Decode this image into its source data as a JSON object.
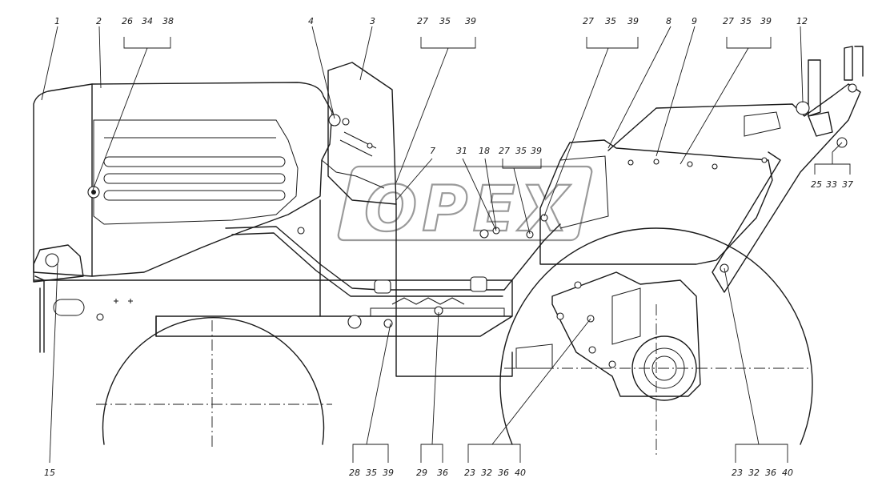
{
  "watermark": {
    "text": "OPEX"
  },
  "callouts": [
    {
      "id": "c1",
      "text": "1"
    },
    {
      "id": "c2",
      "text": "2"
    },
    {
      "id": "c3",
      "text": "3"
    },
    {
      "id": "c4",
      "text": "4"
    },
    {
      "id": "c7",
      "text": "7"
    },
    {
      "id": "c8",
      "text": "8"
    },
    {
      "id": "c9",
      "text": "9"
    },
    {
      "id": "c12",
      "text": "12"
    },
    {
      "id": "c15",
      "text": "15"
    },
    {
      "id": "c18",
      "text": "18"
    },
    {
      "id": "c31",
      "text": "31"
    }
  ],
  "groups": [
    {
      "id": "g1",
      "text": [
        "26",
        "34",
        "38"
      ]
    },
    {
      "id": "g2",
      "text": [
        "27",
        "35",
        "39"
      ]
    },
    {
      "id": "g3",
      "text": [
        "27",
        "35",
        "39"
      ]
    },
    {
      "id": "g4",
      "text": [
        "27",
        "35",
        "39"
      ]
    },
    {
      "id": "g5",
      "text": [
        "27",
        "35",
        "39"
      ]
    },
    {
      "id": "g6",
      "text": [
        "25",
        "33",
        "37"
      ]
    },
    {
      "id": "g7",
      "text": [
        "28",
        "35",
        "39"
      ]
    },
    {
      "id": "g8",
      "text": [
        "29",
        "36"
      ]
    },
    {
      "id": "g9",
      "text": [
        "23",
        "32",
        "36",
        "40"
      ]
    },
    {
      "id": "g10",
      "text": [
        "23",
        "32",
        "36",
        "40"
      ]
    }
  ]
}
